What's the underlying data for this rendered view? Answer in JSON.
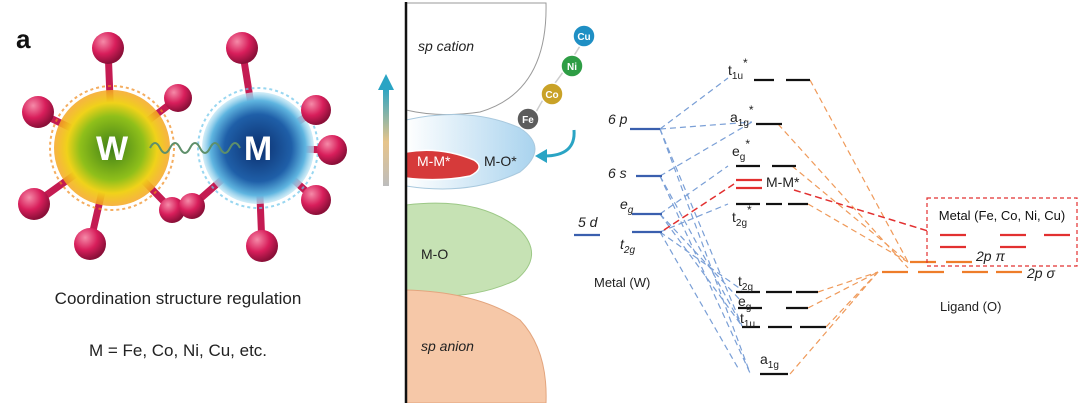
{
  "panel_label": "a",
  "left_panel": {
    "atom_w": "W",
    "atom_m": "M",
    "caption": "Coordination structure regulation",
    "composition": "M = Fe, Co, Ni, Cu, etc."
  },
  "middle_panel": {
    "sp_cation": "sp cation",
    "mm_star": "M-M*",
    "mo_star": "M-O*",
    "mo": "M-O",
    "sp_anion": "sp anion",
    "metal_balls": [
      {
        "label": "Cu",
        "color": "#1f8fc4"
      },
      {
        "label": "Ni",
        "color": "#2e9d45"
      },
      {
        "label": "Co",
        "color": "#c9a227"
      },
      {
        "label": "Fe",
        "color": "#5c5c5c"
      }
    ],
    "colors": {
      "cation": "#ffffff",
      "mo_star_fill": "#cfe6f5",
      "mm_star_fill": "#d63a3a",
      "mo_fill": "#c6e2b4",
      "anion_fill": "#f6c8a8",
      "arrow": "#2aa4c4"
    }
  },
  "mo_diagram": {
    "metal_levels": {
      "p6": {
        "main": "6 p"
      },
      "s6": {
        "main": "6 s"
      },
      "d5": {
        "main": "5 d"
      },
      "eg": {
        "main": "e",
        "sub": "g"
      },
      "t2g": {
        "main": "t",
        "sub": "2g"
      }
    },
    "mo_levels": {
      "t1u_star": {
        "main": "t",
        "sub": "1u",
        "sup": "*"
      },
      "a1g_star": {
        "main": "a",
        "sub": "1g",
        "sup": "*"
      },
      "eg_star": {
        "main": "e",
        "sub": "g",
        "sup": "*"
      },
      "mm_star": {
        "main": "M-M*"
      },
      "t2g_star": {
        "main": "t",
        "sub": "2g",
        "sup": "*"
      },
      "t2g": {
        "main": "t",
        "sub": "2g"
      },
      "eg": {
        "main": "e",
        "sub": "g"
      },
      "t1u": {
        "main": "t",
        "sub": "1u"
      },
      "a1g": {
        "main": "a",
        "sub": "1g"
      }
    },
    "metal_w_label": "Metal (W)",
    "ligand_label": "Ligand (O)",
    "metal_box_label": "Metal (Fe, Co, Ni, Cu)",
    "ligand_levels": {
      "pi": {
        "main": "2p π"
      },
      "sigma": {
        "main": "2p σ"
      }
    },
    "colors": {
      "metal_connector": "#7a9fd6",
      "ligand_connector": "#ef9a5a",
      "mm_connector": "#e23030",
      "metal_level": "#3a5fae",
      "ligand_level": "#ee7d2a",
      "mo_level": "#111111"
    }
  }
}
